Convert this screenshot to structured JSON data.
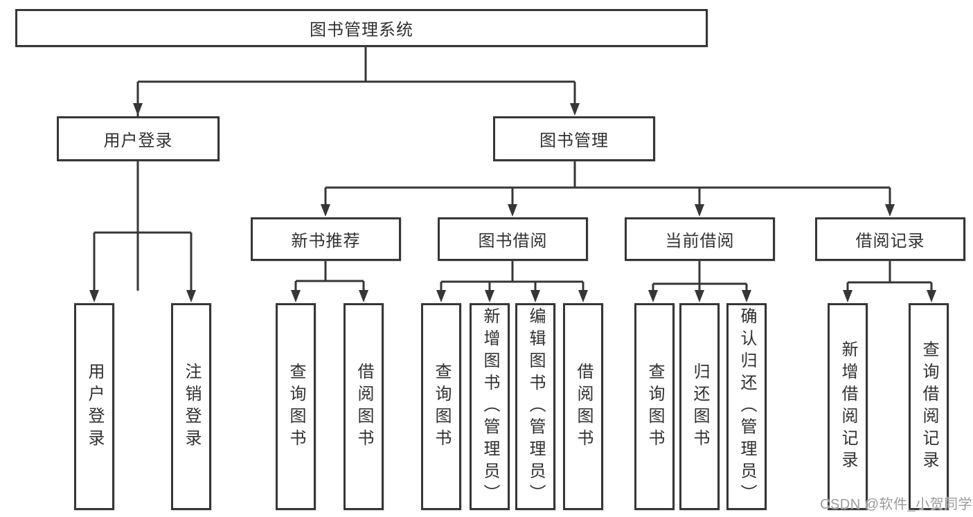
{
  "tree": {
    "root": "图书管理系统",
    "branches": [
      {
        "label": "用户登录",
        "children": [
          {
            "label": "用户登录"
          },
          {
            "label": "注销登录"
          }
        ]
      },
      {
        "label": "图书管理",
        "children": [
          {
            "label": "新书推荐",
            "children": [
              {
                "label": "查询图书"
              },
              {
                "label": "借阅图书"
              }
            ]
          },
          {
            "label": "图书借阅",
            "children": [
              {
                "label": "查询图书"
              },
              {
                "label": "新增图书（管理员）"
              },
              {
                "label": "编辑图书（管理员）"
              },
              {
                "label": "借阅图书"
              }
            ]
          },
          {
            "label": "当前借阅",
            "children": [
              {
                "label": "查询图书"
              },
              {
                "label": "归还图书"
              },
              {
                "label": "确认归还（管理员）"
              }
            ]
          },
          {
            "label": "借阅记录",
            "children": [
              {
                "label": "新增借阅记录"
              },
              {
                "label": "查询借阅记录"
              }
            ]
          }
        ]
      }
    ]
  },
  "watermark": {
    "text": "CSDN @软件_小贺同学"
  },
  "colors": {
    "line": "#363636",
    "box_border": "#363636",
    "text": "#303030",
    "watermark": "#9b9b9b",
    "background": "#ffffff"
  }
}
